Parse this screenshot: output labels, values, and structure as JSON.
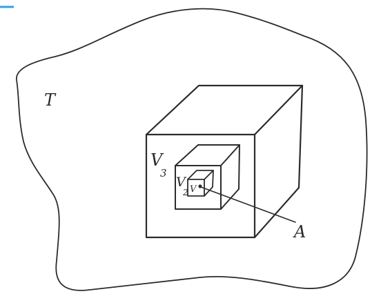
{
  "labels": {
    "region": "T",
    "cube_large": "V",
    "cube_large_sub": "3",
    "cube_medium": "V",
    "cube_medium_sub": "2",
    "cube_small": "V",
    "point": "A"
  },
  "colors": {
    "ink": "#2b2b2b",
    "corner_accent": "#2ea3e6",
    "background": "#ffffff"
  }
}
